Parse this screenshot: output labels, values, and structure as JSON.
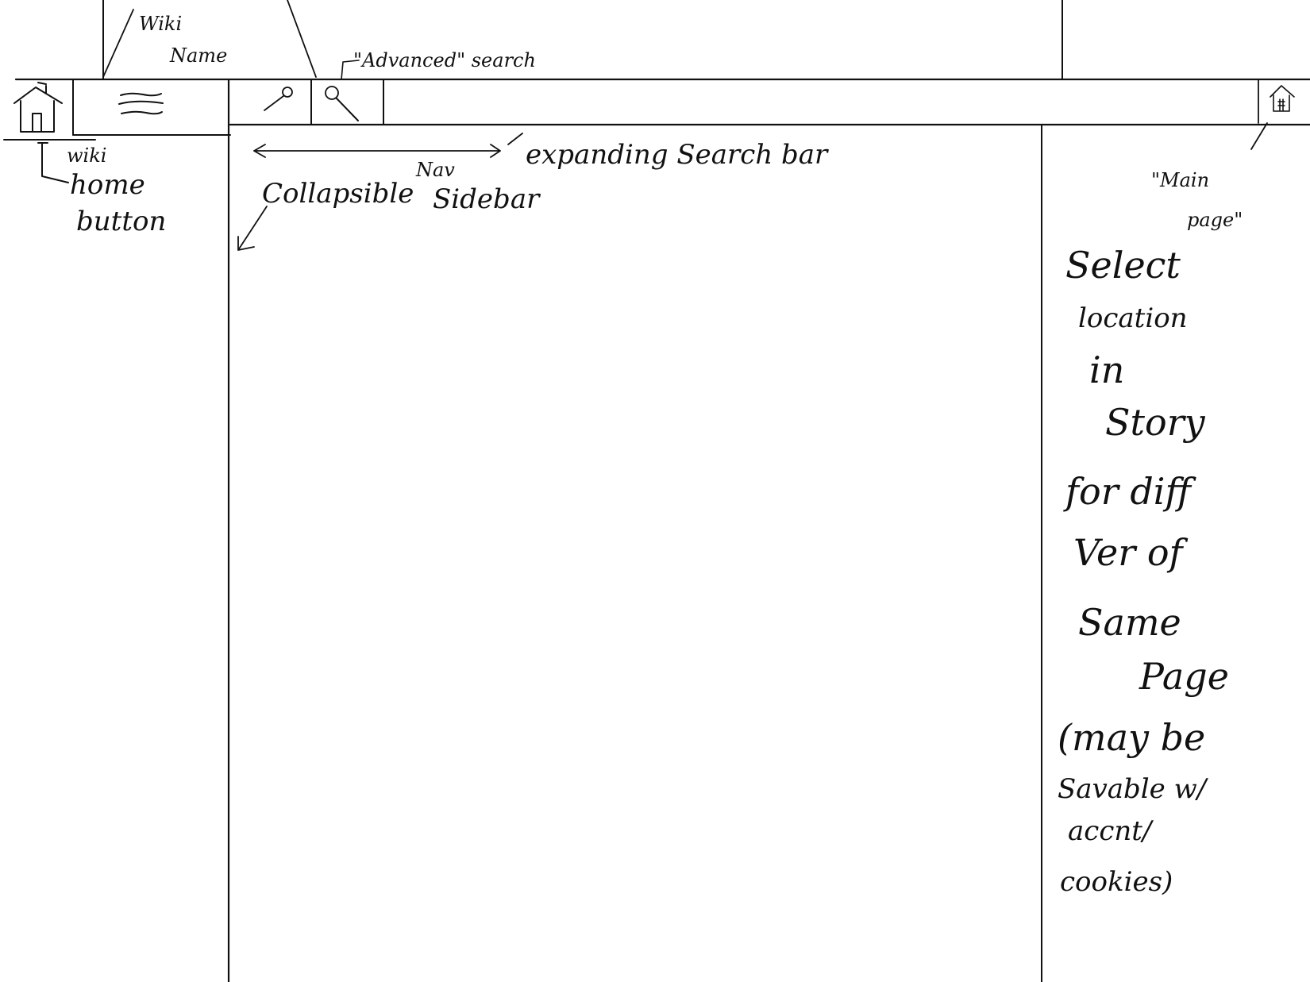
{
  "annotations": {
    "wiki_name": [
      "Wiki",
      "Name"
    ],
    "advanced_search": "\"Advanced\" search",
    "wiki_home_button": [
      "wiki",
      "home",
      "button"
    ],
    "expanding_search_bar": "expanding Search bar",
    "collapsible_nav_sidebar": {
      "collapsible": "Collapsible",
      "nav": "Nav",
      "sidebar": "Sidebar"
    },
    "main_page": [
      "\"Main",
      "page\""
    ],
    "select_location_note": [
      "Select",
      "location",
      "in",
      "Story",
      "for diff",
      "Ver of",
      "Same",
      "Page",
      "(may be",
      "Savable w/",
      "accnt/",
      "cookies)"
    ]
  }
}
